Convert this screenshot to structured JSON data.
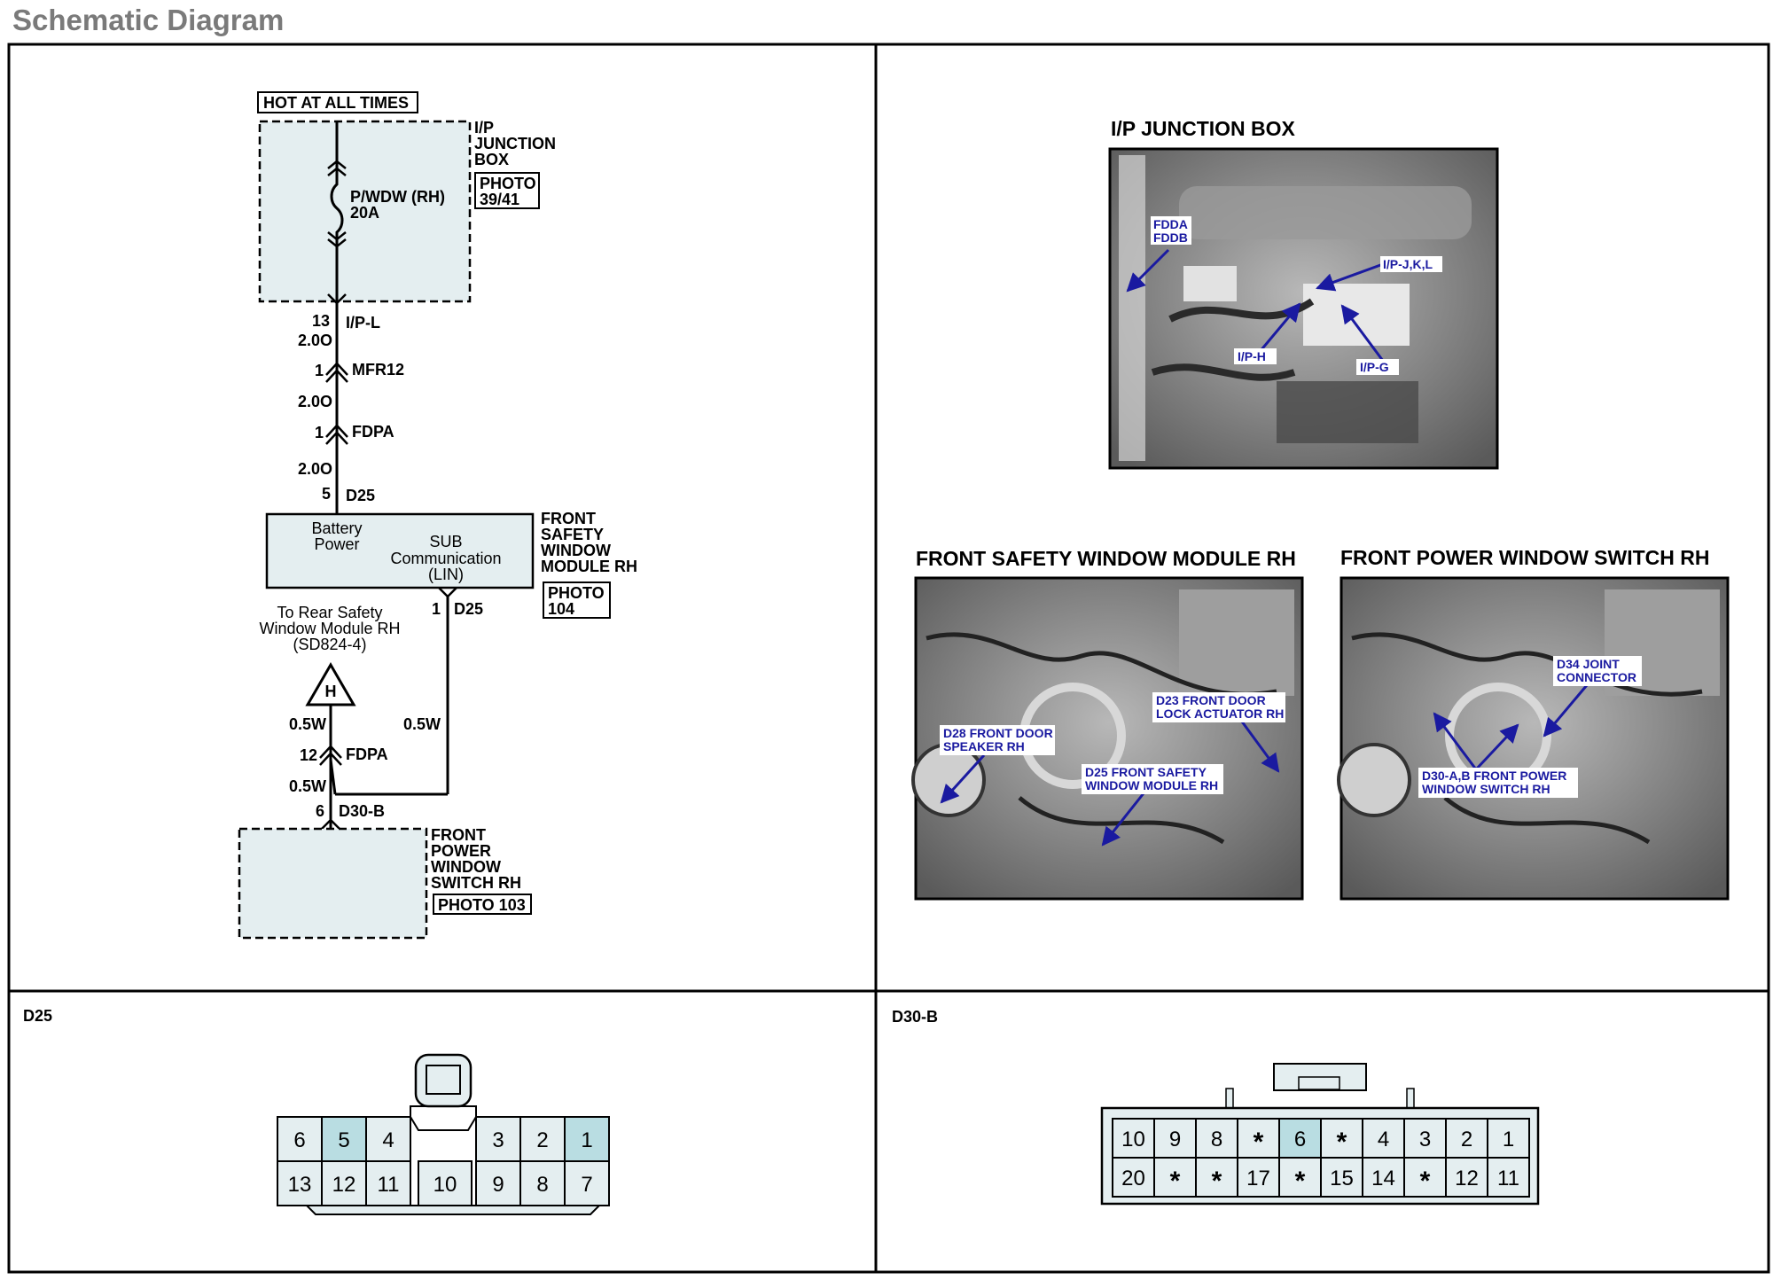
{
  "page": {
    "title": "Schematic Diagram"
  },
  "schematic": {
    "hot_label": "HOT AT ALL TIMES",
    "junction_box": {
      "line1": "I/P",
      "line2": "JUNCTION",
      "line3": "BOX",
      "photo_line1": "PHOTO",
      "photo_line2": "39/41"
    },
    "fuse": {
      "line1": "P/WDW (RH)",
      "line2": "20A"
    },
    "conn_ipl": {
      "pin": "13",
      "name": "I/P-L"
    },
    "wire1": "2.0O",
    "conn_mfr12": {
      "pin": "1",
      "name": "MFR12"
    },
    "wire2": "2.0O",
    "conn_fdpa1": {
      "pin": "1",
      "name": "FDPA"
    },
    "wire3": "2.0O",
    "conn_d25_top": {
      "pin": "5",
      "name": "D25"
    },
    "module": {
      "battery_line1": "Battery",
      "battery_line2": "Power",
      "sub_line1": "SUB",
      "sub_line2": "Communication",
      "sub_line3": "(LIN)",
      "label1": "FRONT",
      "label2": "SAFETY",
      "label3": "WINDOW",
      "label4": "MODULE RH",
      "photo_line1": "PHOTO",
      "photo_line2": "104"
    },
    "conn_d25_bottom": {
      "pin": "1",
      "name": "D25"
    },
    "rear_ref": {
      "line1": "To Rear Safety",
      "line2": "Window Module RH",
      "line3": "(SD824-4)"
    },
    "offpage_letter": "H",
    "wire_left": "0.5W",
    "wire_right": "0.5W",
    "conn_fdpa2": {
      "pin": "12",
      "name": "FDPA"
    },
    "wire_bottom": "0.5W",
    "conn_d30b": {
      "pin": "6",
      "name": "D30-B"
    },
    "switch": {
      "line1": "FRONT",
      "line2": "POWER",
      "line3": "WINDOW",
      "line4": "SWITCH RH",
      "photo": "PHOTO 103"
    }
  },
  "photos": {
    "junction": {
      "title": "I/P JUNCTION BOX",
      "callouts": {
        "fdda1": "FDDA",
        "fdda2": "FDDB",
        "ipjkl": "I/P-J,K,L",
        "iph": "I/P-H",
        "ipg": "I/P-G"
      }
    },
    "module": {
      "title": "FRONT SAFETY WINDOW MODULE RH",
      "callouts": {
        "d28_1": "D28 FRONT DOOR",
        "d28_2": "SPEAKER RH",
        "d23_1": "D23 FRONT DOOR",
        "d23_2": "LOCK ACTUATOR RH",
        "d25_1": "D25 FRONT SAFETY",
        "d25_2": "WINDOW MODULE RH"
      }
    },
    "switch": {
      "title": "FRONT POWER WINDOW SWITCH RH",
      "callouts": {
        "d34_1": "D34 JOINT",
        "d34_2": "CONNECTOR",
        "d30_1": "D30-A,B FRONT POWER",
        "d30_2": "WINDOW SWITCH RH"
      }
    }
  },
  "connectors": {
    "d25": {
      "title": "D25",
      "top_row": [
        "6",
        "5",
        "4",
        "3",
        "2",
        "1"
      ],
      "bottom_row": [
        "13",
        "12",
        "11",
        "10",
        "9",
        "8",
        "7"
      ]
    },
    "d30b": {
      "title": "D30-B",
      "top_row": [
        "10",
        "9",
        "8",
        "*",
        "6",
        "*",
        "4",
        "3",
        "2",
        "1"
      ],
      "bottom_row": [
        "20",
        "*",
        "*",
        "17",
        "*",
        "15",
        "14",
        "*",
        "12",
        "11"
      ]
    }
  },
  "colors": {
    "module_fill": "#e4eef0",
    "pin_highlight": "#b9dde2",
    "callout_text": "#1a1aa0",
    "photo_bg": "#7d7d7d"
  }
}
